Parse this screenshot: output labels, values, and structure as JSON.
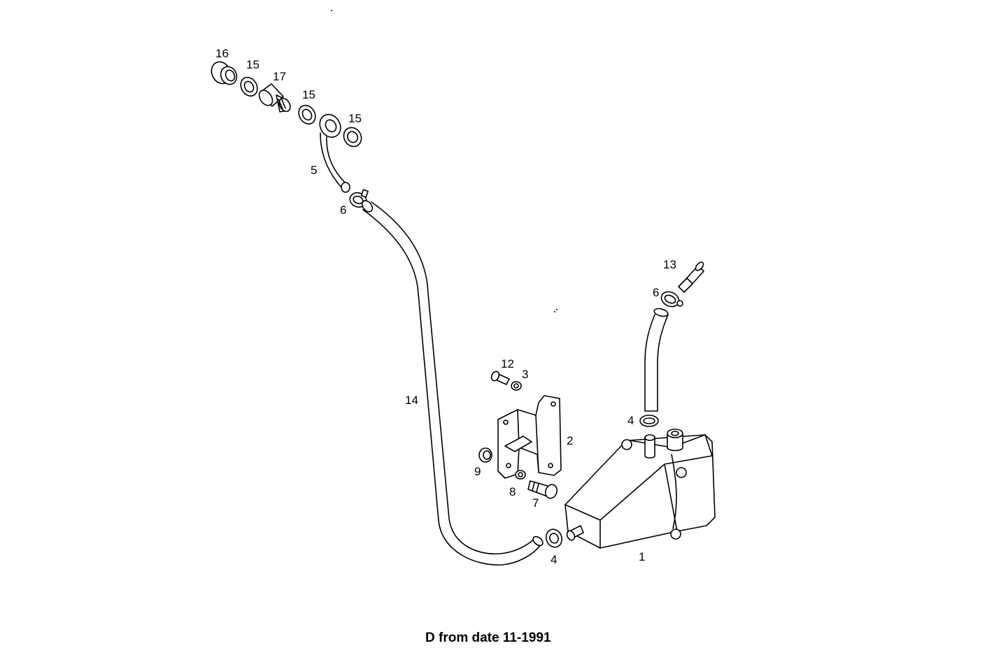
{
  "caption": "D from date 11-1991",
  "callouts": {
    "c16": "16",
    "c15a": "15",
    "c17": "17",
    "c15b": "15",
    "c15c": "15",
    "c5": "5",
    "c6a": "6",
    "c13": "13",
    "c6b": "6",
    "c14": "14",
    "c12": "12",
    "c3": "3",
    "c4a": "4",
    "c2": "2",
    "c9": "9",
    "c8": "8",
    "c7": "7",
    "c4b": "4",
    "c1": "1"
  }
}
